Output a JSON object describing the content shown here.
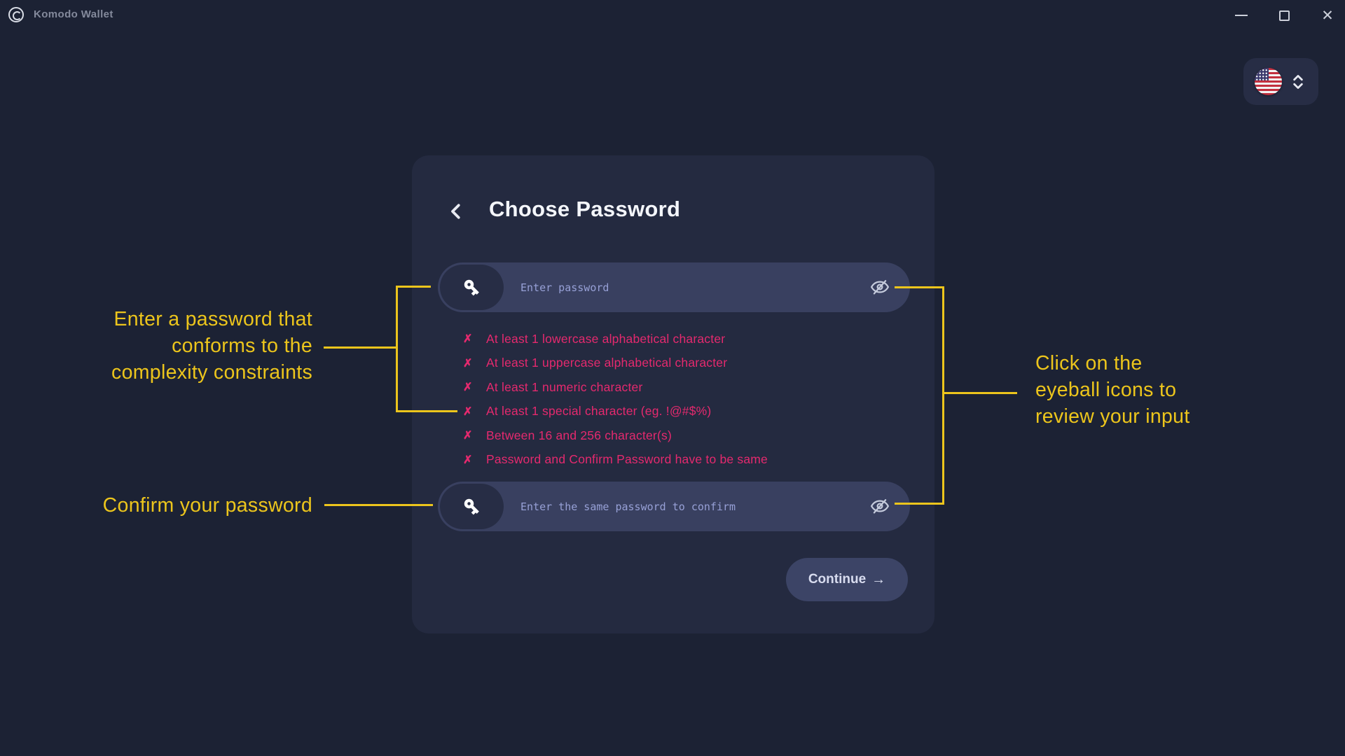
{
  "titlebar": {
    "app_title": "Komodo Wallet"
  },
  "icons": {
    "close": "✕",
    "x_mark": "✗",
    "continue_arrow": "→"
  },
  "card": {
    "title": "Choose Password",
    "password_field": {
      "placeholder": "Enter password",
      "value": ""
    },
    "confirm_field": {
      "placeholder": "Enter the same password to confirm",
      "value": ""
    },
    "requirements": [
      "At least 1 lowercase alphabetical character",
      "At least 1 uppercase alphabetical character",
      "At least 1 numeric character",
      "At least 1 special character (eg. !@#$%)",
      "Between 16 and 256 character(s)",
      "Password and Confirm Password have to be same"
    ],
    "continue_label": "Continue"
  },
  "annotations": {
    "password_hint_lines": [
      "Enter a password that",
      "conforms to the",
      "complexity constraints"
    ],
    "confirm_hint": "Confirm your password",
    "eyeball_hint_lines": [
      "Click on the",
      "eyeball icons to",
      "review your input"
    ]
  },
  "colors": {
    "page_bg": "#1c2234",
    "card_bg": "#242a40",
    "input_bg": "#394060",
    "annotation_yellow": "#ecc51c",
    "error_pink": "#e5296e"
  }
}
